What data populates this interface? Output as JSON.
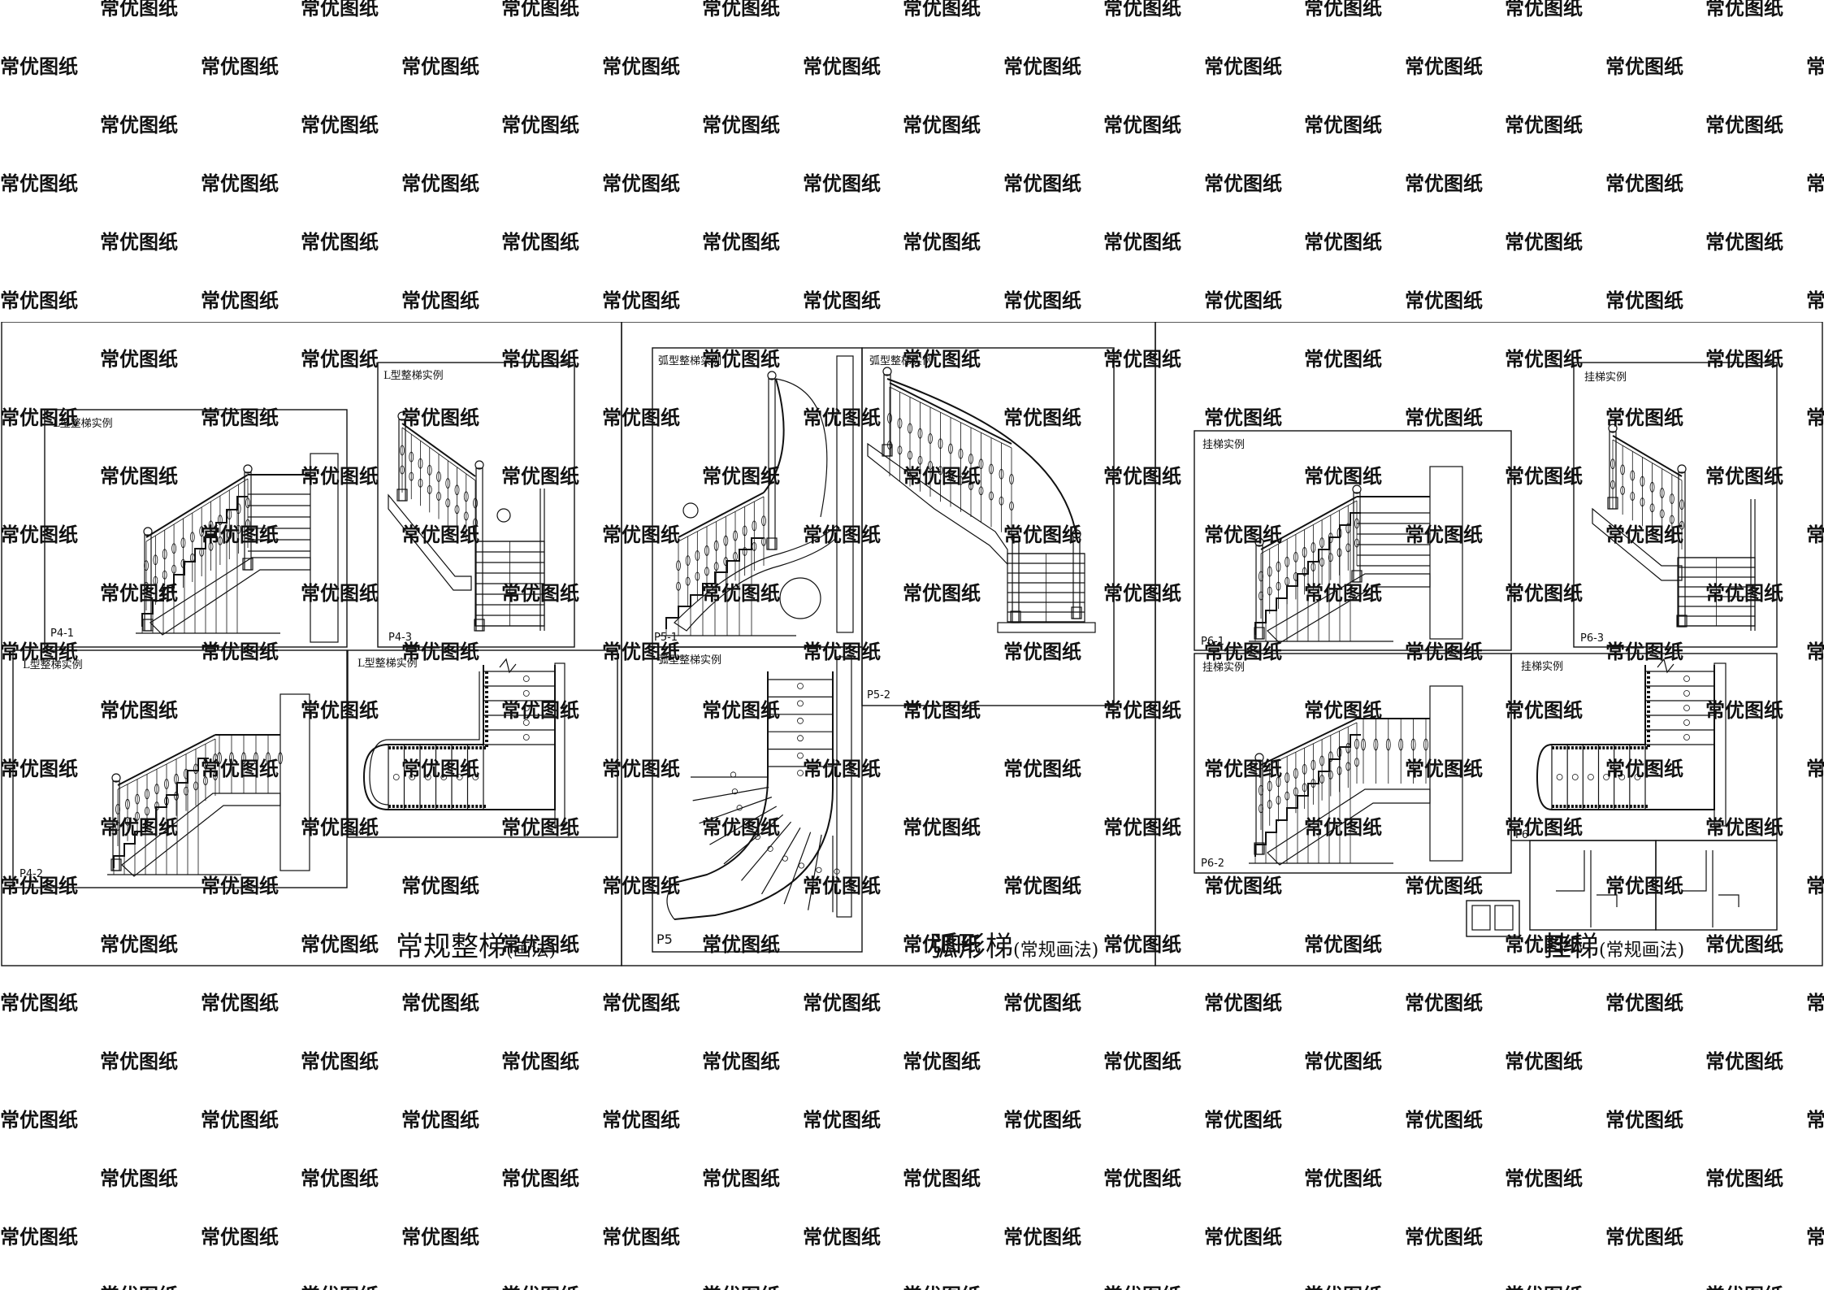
{
  "watermark": {
    "text": "常优图纸",
    "color": "#e0e0e0"
  },
  "colors": {
    "line": "#111111",
    "hatch": "#555555",
    "concrete": "#666666"
  },
  "sections": [
    {
      "title": "常规整梯",
      "subtitle": "(画法)",
      "panels": [
        {
          "title": "L型整梯实例",
          "label": "P4-1"
        },
        {
          "title": "L型整梯实例",
          "label": "P4-3"
        },
        {
          "title": "L型整梯实例",
          "label": "P4-2"
        },
        {
          "title": "L型整梯实例",
          "label": "P4"
        }
      ]
    },
    {
      "title": "弧形梯",
      "subtitle": "(常规画法)",
      "panels": [
        {
          "title": "弧型整梯实例",
          "label": "P5-1"
        },
        {
          "title": "弧型整梯实例",
          "label": "P5-2"
        },
        {
          "title": "弧型整梯实例",
          "label": "P5"
        }
      ]
    },
    {
      "title": "挂梯",
      "subtitle": "(常规画法)",
      "panels": [
        {
          "title": "挂梯实例",
          "label": "P6-1"
        },
        {
          "title": "挂梯实例",
          "label": "P6-3"
        },
        {
          "title": "挂梯实例",
          "label": "P6-2"
        },
        {
          "title": "挂梯实例",
          "label": "P6"
        }
      ]
    }
  ]
}
